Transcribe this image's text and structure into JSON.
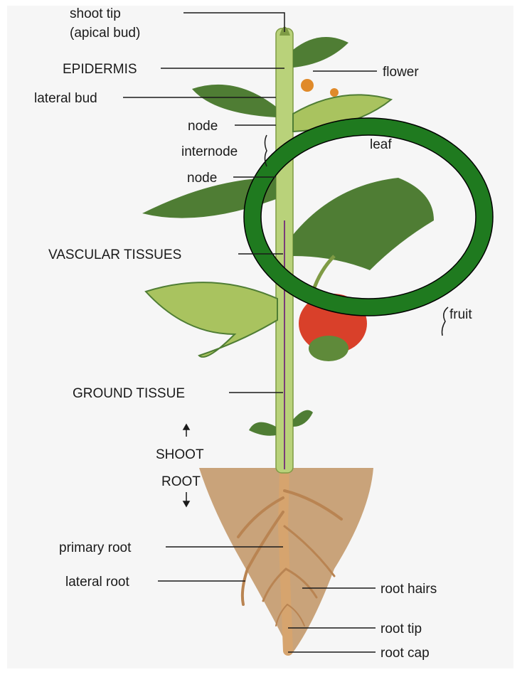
{
  "labels": {
    "shoot_tip": "shoot tip",
    "apical_bud": "(apical bud)",
    "epidermis": "EPIDERMIS",
    "flower": "flower",
    "lateral_bud": "lateral bud",
    "node_upper": "node",
    "internode": "internode",
    "leaf": "leaf",
    "node_lower": "node",
    "vascular_tissues": "VASCULAR TISSUES",
    "fruit": "fruit",
    "ground_tissue": "GROUND TISSUE",
    "shoot": "SHOOT",
    "root": "ROOT",
    "primary_root": "primary root",
    "lateral_root": "lateral root",
    "root_hairs": "root hairs",
    "root_tip": "root tip",
    "root_cap": "root cap"
  },
  "colors": {
    "background": "#f6f6f6",
    "soil": "#c9a37a",
    "stem": "#b9d27a",
    "leaf": "#4f7d34",
    "leaf_light": "#a9c35f",
    "fruit": "#d9402a",
    "root": "#d6a46e",
    "vascular": "#7a3c7a",
    "highlight_ring": "#1f7a1f"
  }
}
